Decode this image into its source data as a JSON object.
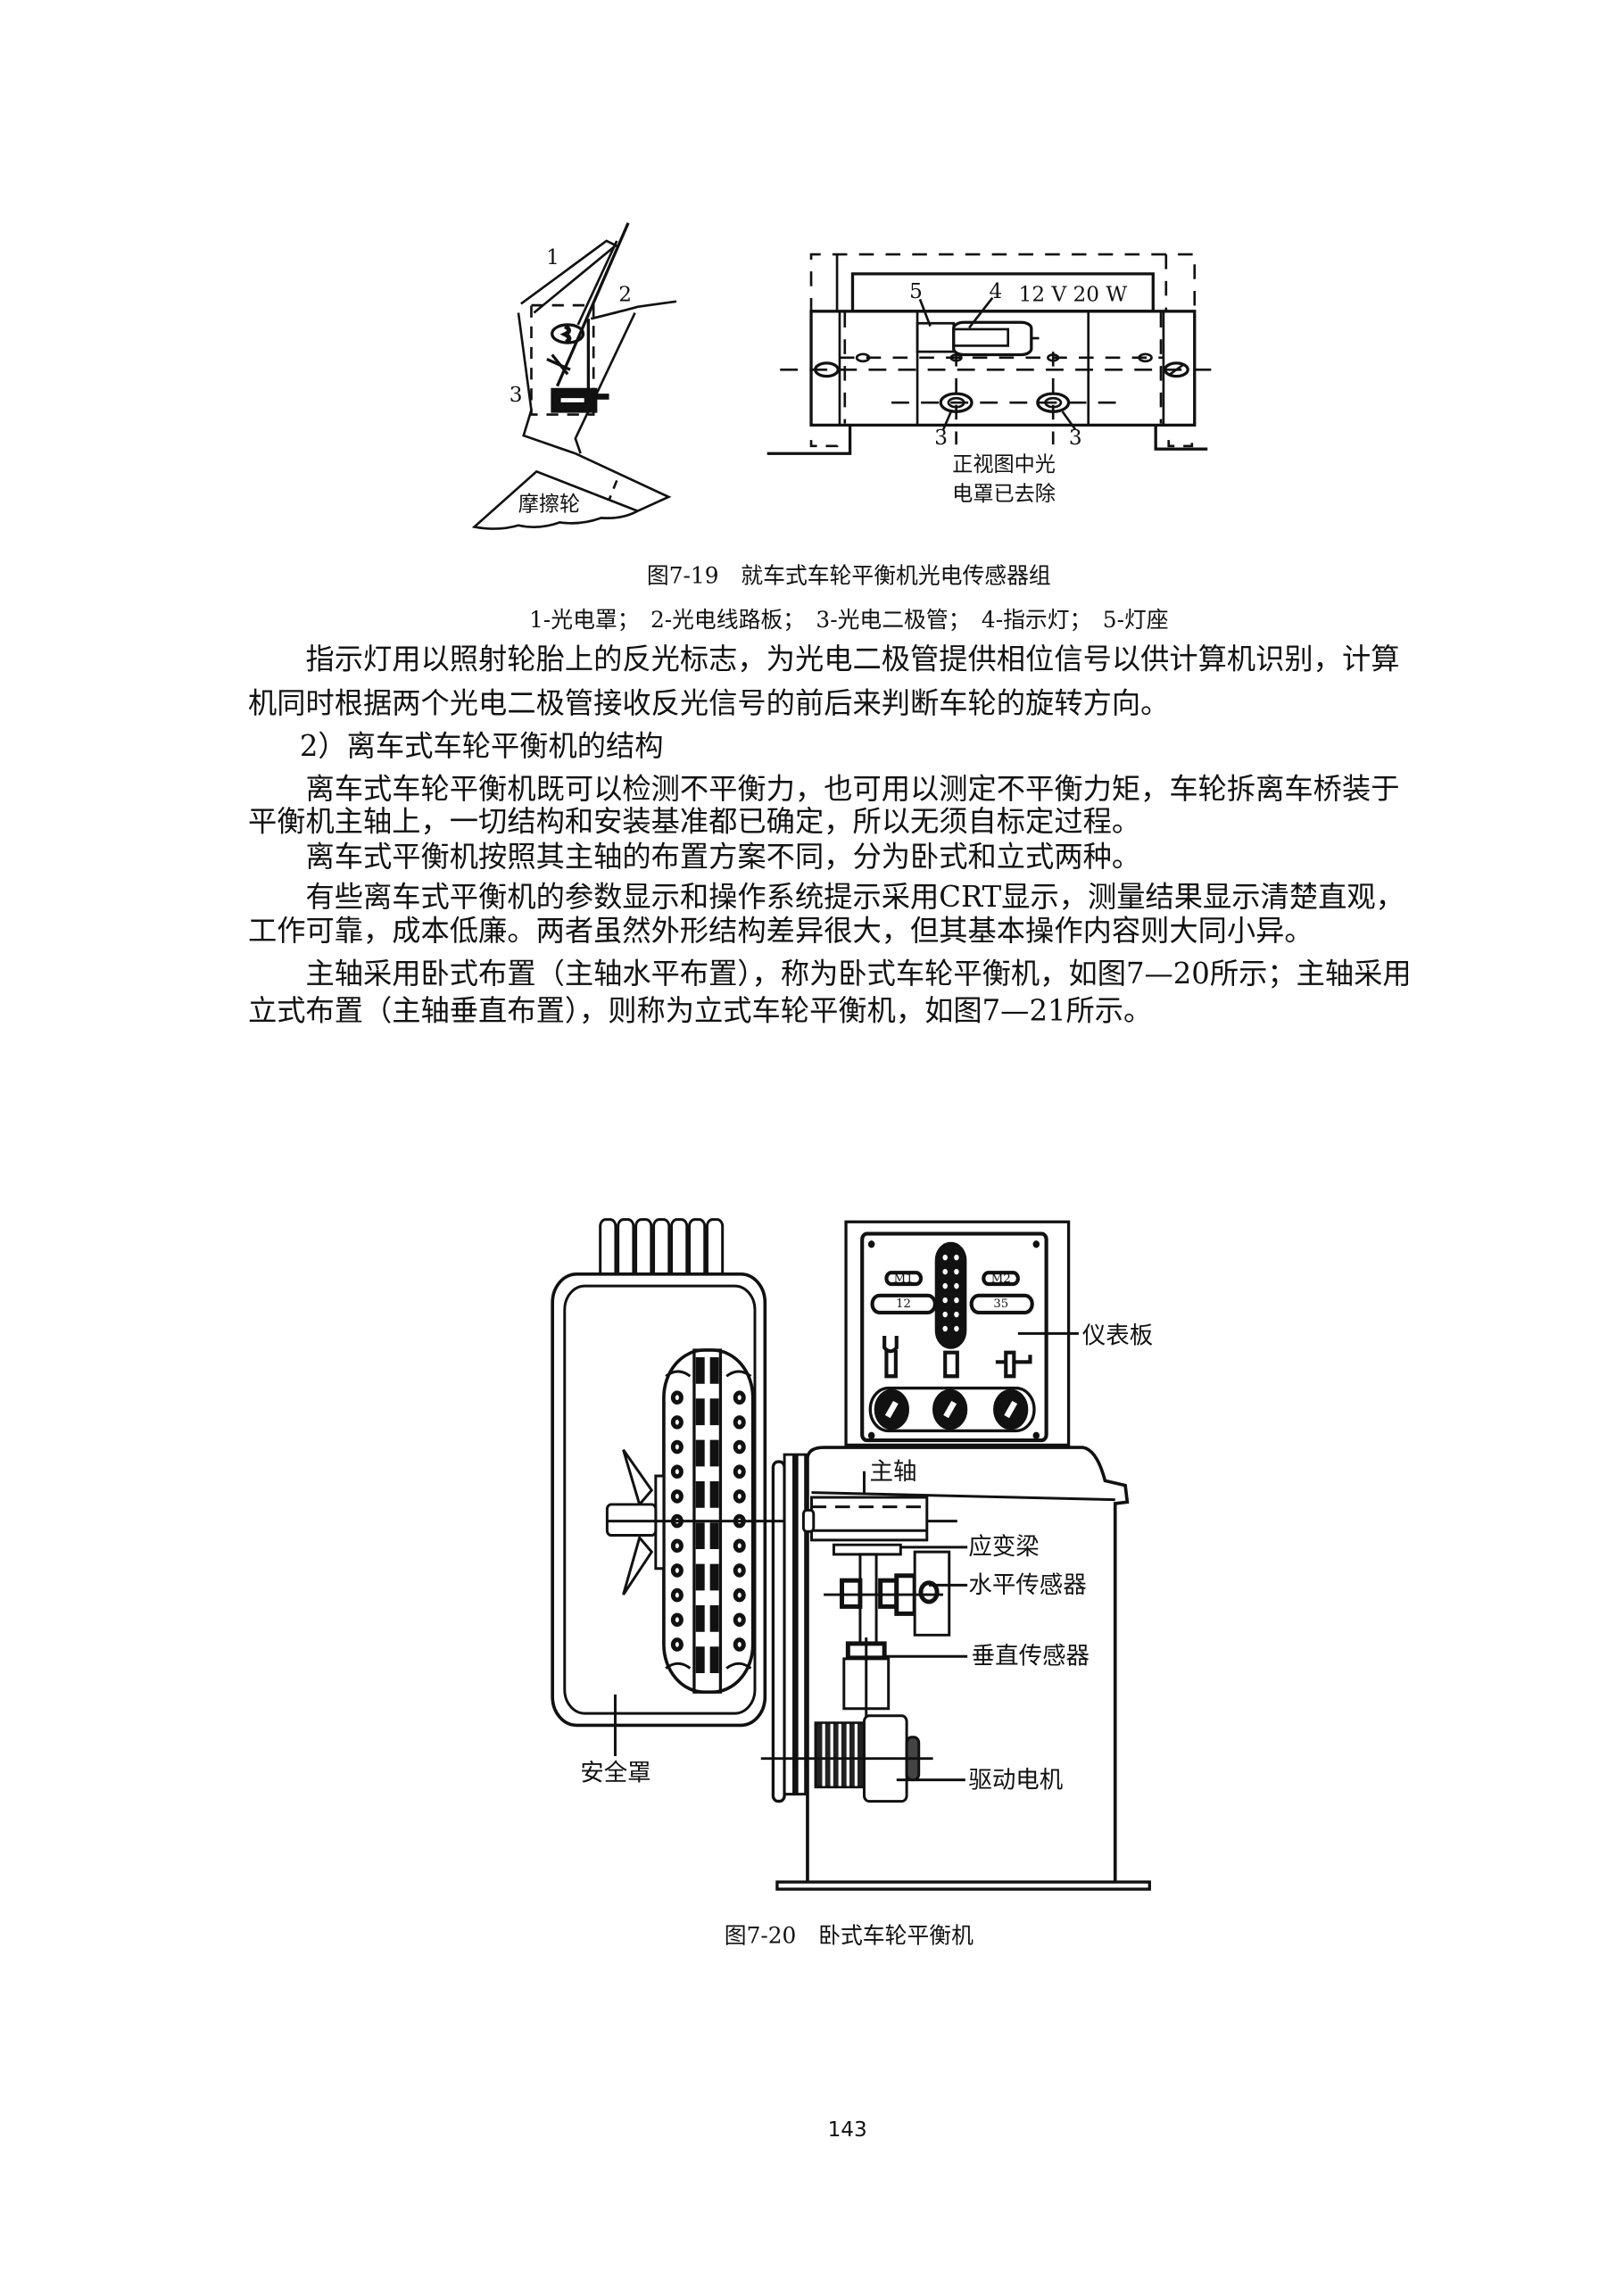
{
  "figure_7_19": {
    "caption": "图7-19　就车式车轮平衡机光电传感器组",
    "legend": "1-光电罩；　2-光电线路板；　3-光电二极管；　4-指示灯；　5-灯座",
    "labels": {
      "n1": "1",
      "n2": "2",
      "n3_left": "3",
      "friction_wheel": "摩擦轮",
      "n5": "5",
      "n4": "4",
      "lamp_spec": "12 V  20 W",
      "n3_a": "3",
      "n3_b": "3",
      "note_line1": "正视图中光",
      "note_line2": "电罩已去除"
    }
  },
  "body": {
    "lines": [
      "指示灯用以照射轮胎上的反光标志，为光电二极管提供相位信号以供计算机识别，计算",
      "机同时根据两个光电二极管接收反光信号的前后来判断车轮的旋转方向。",
      "2）离车式车轮平衡机的结构",
      "离车式车轮平衡机既可以检测不平衡力，也可用以测定不平衡力矩，车轮拆离车桥装于",
      "平衡机主轴上，一切结构和安装基准都已确定，所以无须自标定过程。",
      "离车式平衡机按照其主轴的布置方案不同，分为卧式和立式两种。",
      "有些离车式平衡机的参数显示和操作系统提示采用CRT显示，测量结果显示清楚直观，",
      "工作可靠，成本低廉。两者虽然外形结构差异很大，但其基本操作内容则大同小异。",
      "主轴采用卧式布置（主轴水平布置），称为卧式车轮平衡机，如图7—20所示；主轴采用",
      "立式布置（主轴垂直布置），则称为立式车轮平衡机，如图7—21所示。"
    ]
  },
  "figure_7_20": {
    "caption": "图7-20　卧式车轮平衡机",
    "labels": {
      "panel": "仪表板",
      "spindle": "主轴",
      "strain_beam": "应变梁",
      "horizontal_sensor": "水平传感器",
      "vertical_sensor": "垂直传感器",
      "drive_motor": "驱动电机",
      "safety_cover": "安全罩"
    },
    "panel_readouts": {
      "m1": "M1",
      "m1_value": "12",
      "m2": "M2",
      "m2_value": "35"
    }
  },
  "page_number": "143"
}
